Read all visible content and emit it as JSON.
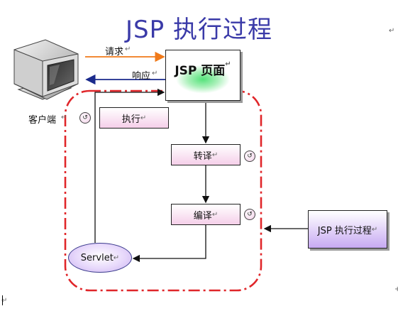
{
  "title": "JSP 执行过程",
  "client_label": "客户端",
  "arrows": {
    "request_label": "请求",
    "response_label": "响应"
  },
  "nodes": {
    "jsp_page": "JSP 页面",
    "execute": "执行",
    "compile": "转译",
    "translate": "编译",
    "servlet": "Servlet",
    "jsp_process": "JSP 执行过程"
  },
  "colors": {
    "title": "#3a3aa8",
    "dash_border": "#e0262a",
    "request_arrow": "#f07a1a",
    "response_arrow": "#1a2a8c",
    "jsp_glow": "#54e27a",
    "step_fill": "#f5cfe9",
    "servlet_fill": "#c9b0f0"
  },
  "icons": {
    "client": "computer-monitor-icon",
    "step_marker": "circle-marker-icon"
  }
}
